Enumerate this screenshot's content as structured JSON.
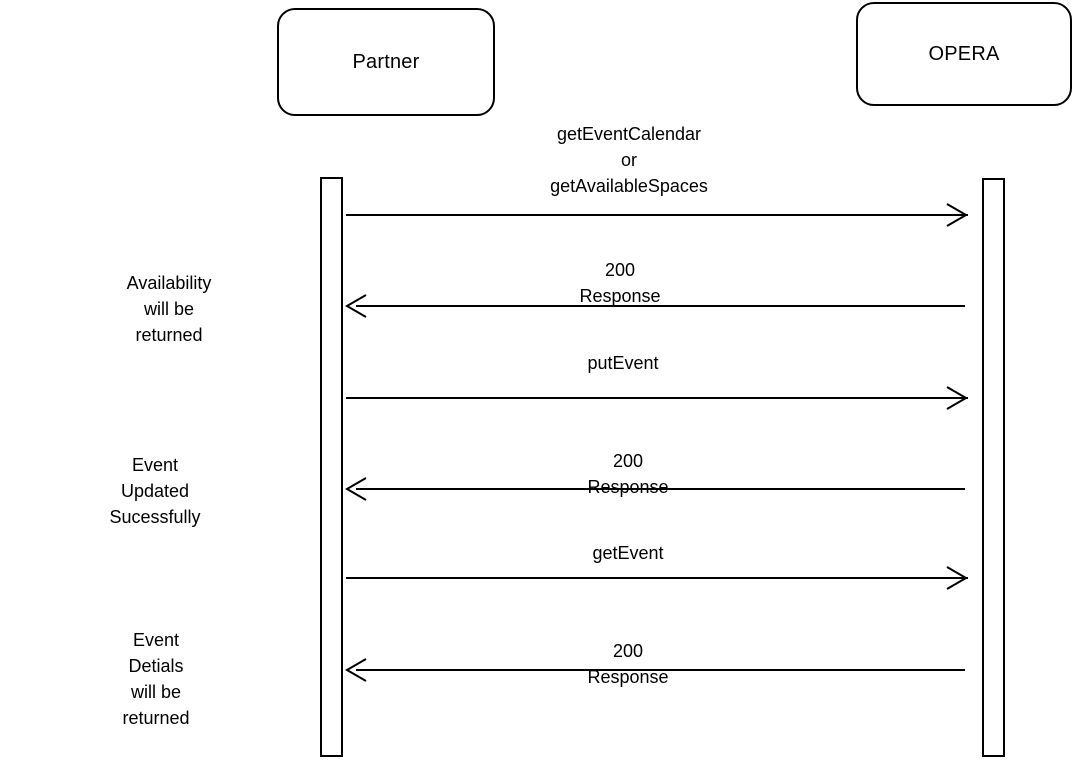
{
  "diagram": {
    "title": "Partner / OPERA event API sequence",
    "type": "sequence-diagram",
    "background_color": "#ffffff",
    "stroke_color": "#000000"
  },
  "participants": [
    {
      "id": "partner",
      "label": "Partner"
    },
    {
      "id": "opera",
      "label": "OPERA"
    }
  ],
  "messages": [
    {
      "id": "m1",
      "label": "getEventCalendar\nor\ngetAvailableSpaces",
      "from": "partner",
      "to": "opera",
      "direction": "right",
      "note": ""
    },
    {
      "id": "m2",
      "label": "200 Response",
      "from": "opera",
      "to": "partner",
      "direction": "left",
      "note": "Availability will be returned"
    },
    {
      "id": "m3",
      "label": "putEvent",
      "from": "partner",
      "to": "opera",
      "direction": "right",
      "note": ""
    },
    {
      "id": "m4",
      "label": "200 Response",
      "from": "opera",
      "to": "partner",
      "direction": "left",
      "note": "Event Updated Sucessfully"
    },
    {
      "id": "m5",
      "label": "getEvent",
      "from": "partner",
      "to": "opera",
      "direction": "right",
      "note": ""
    },
    {
      "id": "m6",
      "label": "200 Response",
      "from": "opera",
      "to": "partner",
      "direction": "left",
      "note": "Event Detials will be\nreturned"
    }
  ]
}
